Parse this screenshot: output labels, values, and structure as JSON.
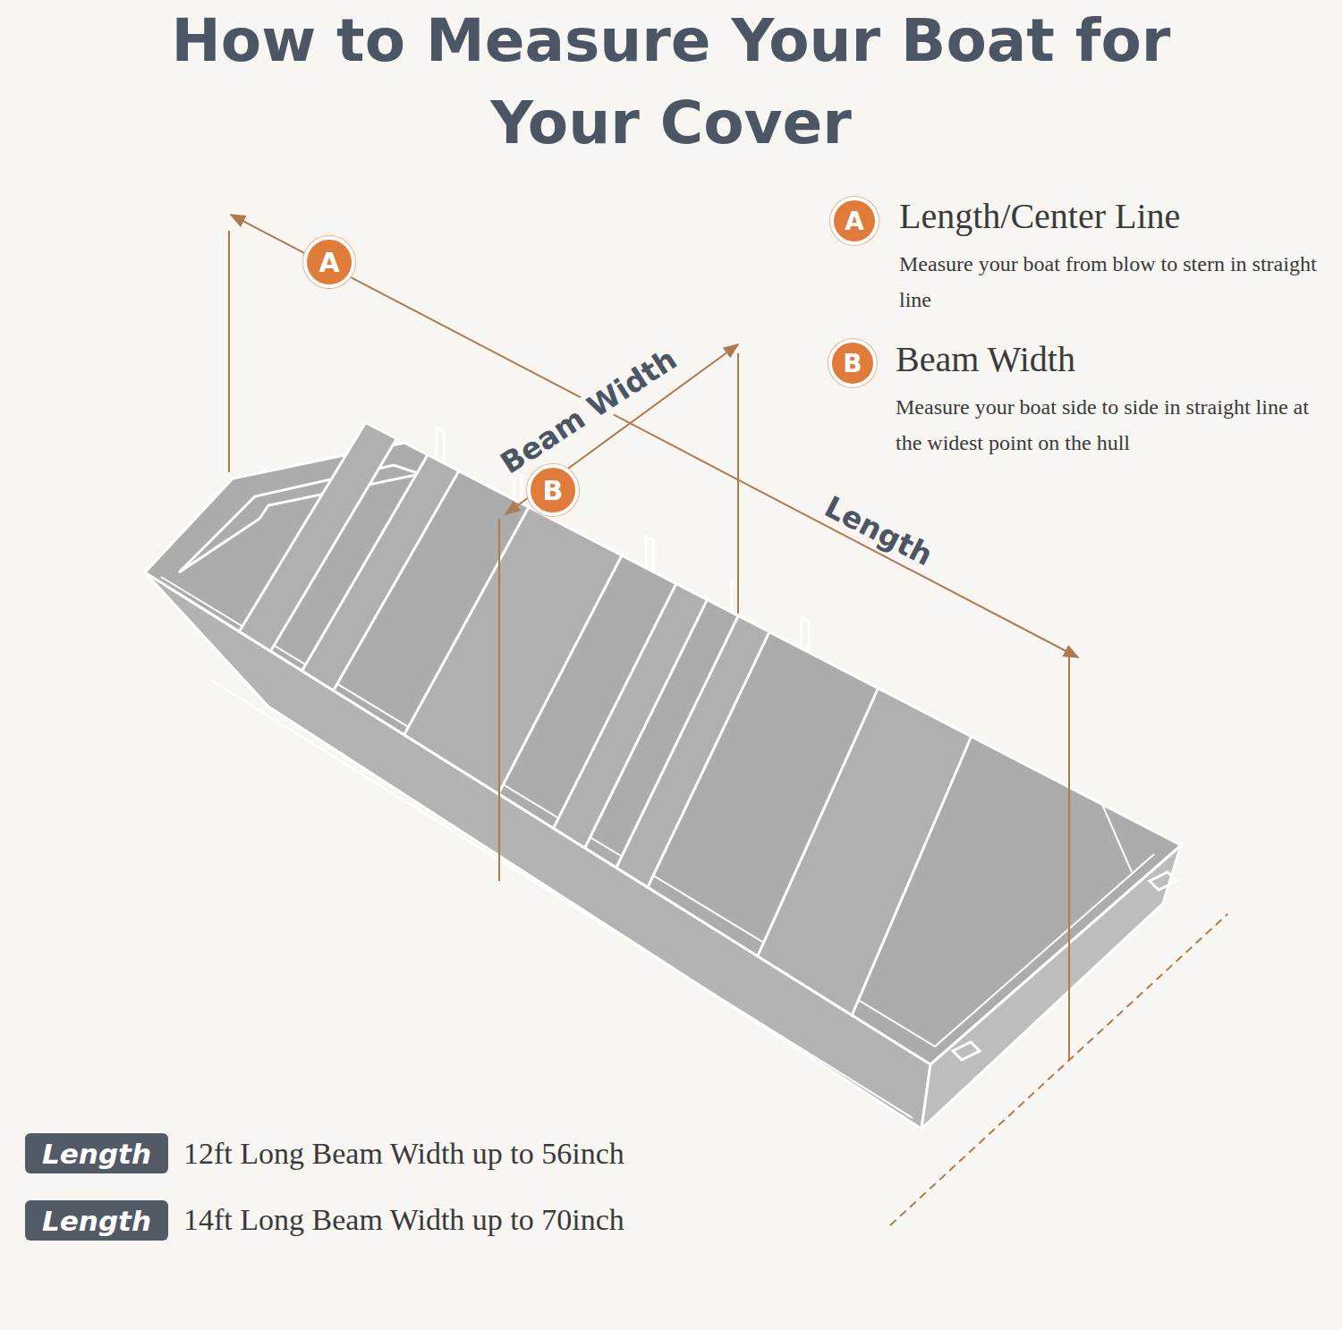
{
  "diagram": {
    "title": "How to Measure Your Boat for Your Cover",
    "nodes": [
      {
        "text": [
          "A"
        ]
      },
      {
        "text": [
          "A"
        ]
      },
      {
        "text": [
          "B"
        ]
      },
      {
        "text": [
          "B"
        ]
      },
      {
        "text": [
          "Length"
        ]
      },
      {
        "text": [
          "Length"
        ]
      }
    ],
    "labels": [
      "Length/Center Line",
      "Measure your boat from blow to stern in straight line",
      "Beam Width",
      "Measure your boat side to side in straight line at the widest point on the hull",
      "Beam Width",
      "Length",
      "12ft Long Beam Width up to 56inch",
      "14ft Long Beam Width up to 70inch"
    ]
  }
}
